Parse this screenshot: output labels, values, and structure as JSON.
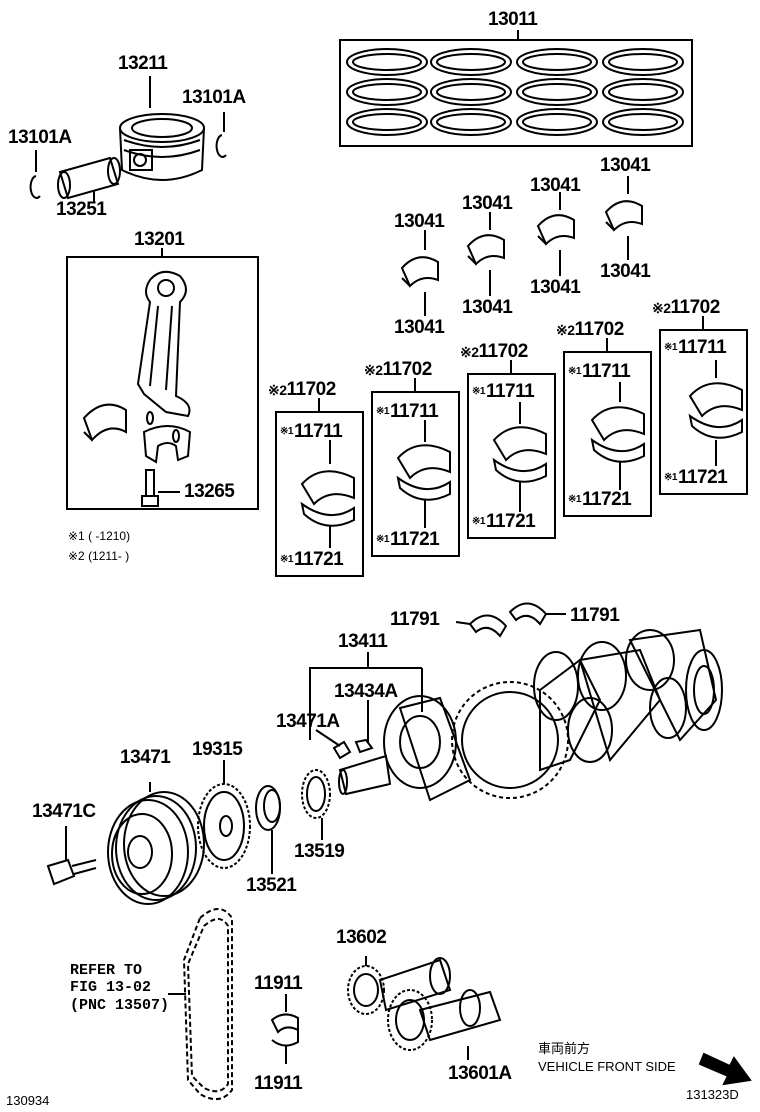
{
  "parts": {
    "p13011": "13011",
    "p13211": "13211",
    "p13101a_r": "13101A",
    "p13101a_l": "13101A",
    "p13251": "13251",
    "p13201": "13201",
    "p13265": "13265",
    "p13041": "13041",
    "p11702": "11702",
    "p11711": "11711",
    "p11721": "11721",
    "p11791": "11791",
    "p13411": "13411",
    "p13434a": "13434A",
    "p13471a": "13471A",
    "p13471": "13471",
    "p19315": "19315",
    "p13471c": "13471C",
    "p13519": "13519",
    "p13521": "13521",
    "p13602": "13602",
    "p11911": "11911",
    "p13601a": "13601A"
  },
  "marks": {
    "mark1": "※1",
    "mark2": "※2",
    "sup1": "※1",
    "sup2": "※2"
  },
  "legend": {
    "line1": "※1 (        -1210)",
    "line2": "※2 (1211-        )"
  },
  "refer": {
    "line1": "REFER TO",
    "line2": "FIG 13-02",
    "line3": "(PNC 13507)"
  },
  "direction": {
    "jp": "車両前方",
    "en": "VEHICLE FRONT SIDE"
  },
  "codes": {
    "left": "130934",
    "right": "131323D"
  }
}
